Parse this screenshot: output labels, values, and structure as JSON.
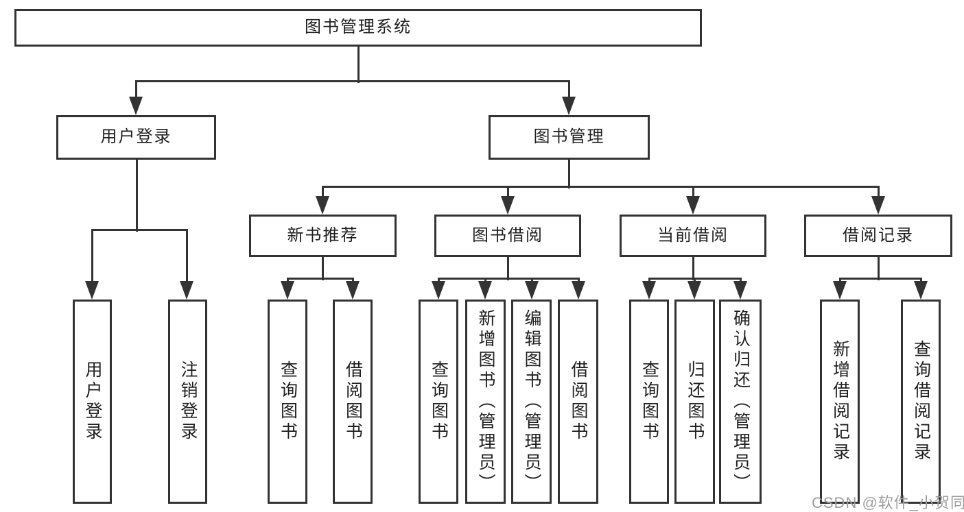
{
  "diagram": {
    "title": "图书管理系统",
    "level2": [
      {
        "label": "用户登录",
        "children": [
          "用户登录",
          "注销登录"
        ]
      },
      {
        "label": "图书管理",
        "groups": [
          {
            "label": "新书推荐",
            "children": [
              "查询图书",
              "借阅图书"
            ]
          },
          {
            "label": "图书借阅",
            "children": [
              "查询图书",
              "新增图书（管理员）",
              "编辑图书（管理员）",
              "借阅图书"
            ]
          },
          {
            "label": "当前借阅",
            "children": [
              "查询图书",
              "归还图书",
              "确认归还（管理员）"
            ]
          },
          {
            "label": "借阅记录",
            "children": [
              "新增借阅记录",
              "查询借阅记录"
            ]
          }
        ]
      }
    ]
  },
  "watermark": {
    "text": "CSDN @软件_小贺同学"
  },
  "colors": {
    "line": "#333333",
    "text": "#1f1f1f",
    "background": "#ffffff",
    "watermark": "#9d9d9d"
  }
}
